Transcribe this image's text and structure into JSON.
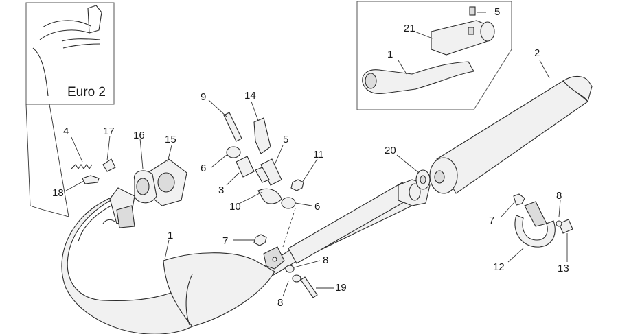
{
  "inset_euro": {
    "label": "Euro 2"
  },
  "callouts": {
    "c1_main": "1",
    "c1_inset": "1",
    "c2": "2",
    "c3": "3",
    "c4": "4",
    "c5_inset": "5",
    "c5_main": "5",
    "c6_left": "6",
    "c6_right": "6",
    "c7_left": "7",
    "c7_right": "7",
    "c8_top": "8",
    "c8_bottom": "8",
    "c8_right": "8",
    "c9": "9",
    "c10": "10",
    "c11": "11",
    "c12": "12",
    "c13": "13",
    "c14": "14",
    "c15": "15",
    "c16": "16",
    "c17": "17",
    "c18": "18",
    "c19": "19",
    "c20": "20",
    "c21": "21"
  }
}
